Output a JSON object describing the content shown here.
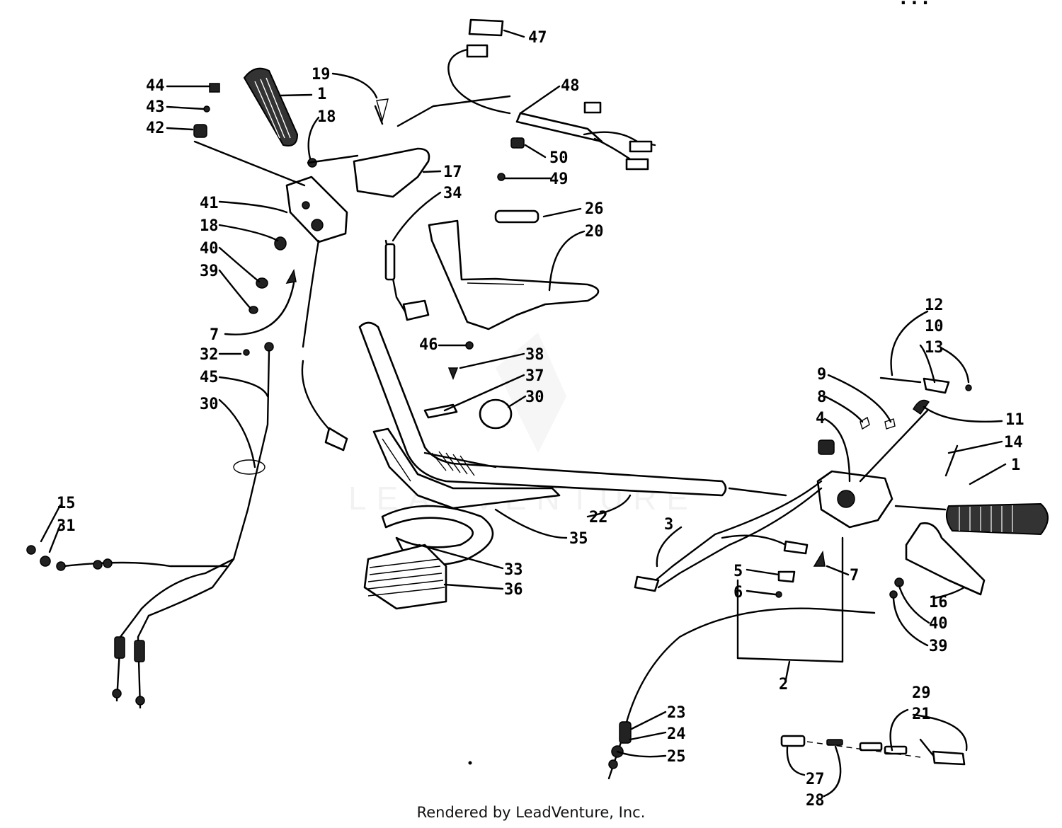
{
  "header_fragment": "...",
  "footer": "Rendered by LeadVenture, Inc.",
  "watermark": "LEADVENTURE",
  "callouts": [
    {
      "id": "c-1a",
      "text": "1"
    },
    {
      "id": "c-18a",
      "text": "18"
    },
    {
      "id": "c-19",
      "text": "19"
    },
    {
      "id": "c-44",
      "text": "44"
    },
    {
      "id": "c-43",
      "text": "43"
    },
    {
      "id": "c-42",
      "text": "42"
    },
    {
      "id": "c-47",
      "text": "47"
    },
    {
      "id": "c-48",
      "text": "48"
    },
    {
      "id": "c-50",
      "text": "50"
    },
    {
      "id": "c-49",
      "text": "49"
    },
    {
      "id": "c-17",
      "text": "17"
    },
    {
      "id": "c-34",
      "text": "34"
    },
    {
      "id": "c-26",
      "text": "26"
    },
    {
      "id": "c-20",
      "text": "20"
    },
    {
      "id": "c-41",
      "text": "41"
    },
    {
      "id": "c-18b",
      "text": "18"
    },
    {
      "id": "c-40a",
      "text": "40"
    },
    {
      "id": "c-39a",
      "text": "39"
    },
    {
      "id": "c-7a",
      "text": "7"
    },
    {
      "id": "c-32",
      "text": "32"
    },
    {
      "id": "c-45",
      "text": "45"
    },
    {
      "id": "c-30a",
      "text": "30"
    },
    {
      "id": "c-46",
      "text": "46"
    },
    {
      "id": "c-38",
      "text": "38"
    },
    {
      "id": "c-37",
      "text": "37"
    },
    {
      "id": "c-30b",
      "text": "30"
    },
    {
      "id": "c-12",
      "text": "12"
    },
    {
      "id": "c-10",
      "text": "10"
    },
    {
      "id": "c-13",
      "text": "13"
    },
    {
      "id": "c-9",
      "text": "9"
    },
    {
      "id": "c-8",
      "text": "8"
    },
    {
      "id": "c-4",
      "text": "4"
    },
    {
      "id": "c-11",
      "text": "11"
    },
    {
      "id": "c-14",
      "text": "14"
    },
    {
      "id": "c-1b",
      "text": "1"
    },
    {
      "id": "c-15",
      "text": "15"
    },
    {
      "id": "c-31",
      "text": "31"
    },
    {
      "id": "c-22",
      "text": "22"
    },
    {
      "id": "c-35",
      "text": "35"
    },
    {
      "id": "c-3",
      "text": "3"
    },
    {
      "id": "c-33",
      "text": "33"
    },
    {
      "id": "c-36",
      "text": "36"
    },
    {
      "id": "c-5",
      "text": "5"
    },
    {
      "id": "c-6",
      "text": "6"
    },
    {
      "id": "c-7b",
      "text": "7"
    },
    {
      "id": "c-16",
      "text": "16"
    },
    {
      "id": "c-40b",
      "text": "40"
    },
    {
      "id": "c-39b",
      "text": "39"
    },
    {
      "id": "c-2",
      "text": "2"
    },
    {
      "id": "c-23",
      "text": "23"
    },
    {
      "id": "c-24",
      "text": "24"
    },
    {
      "id": "c-25",
      "text": "25"
    },
    {
      "id": "c-29",
      "text": "29"
    },
    {
      "id": "c-21",
      "text": "21"
    },
    {
      "id": "c-27",
      "text": "27"
    },
    {
      "id": "c-28",
      "text": "28"
    }
  ]
}
